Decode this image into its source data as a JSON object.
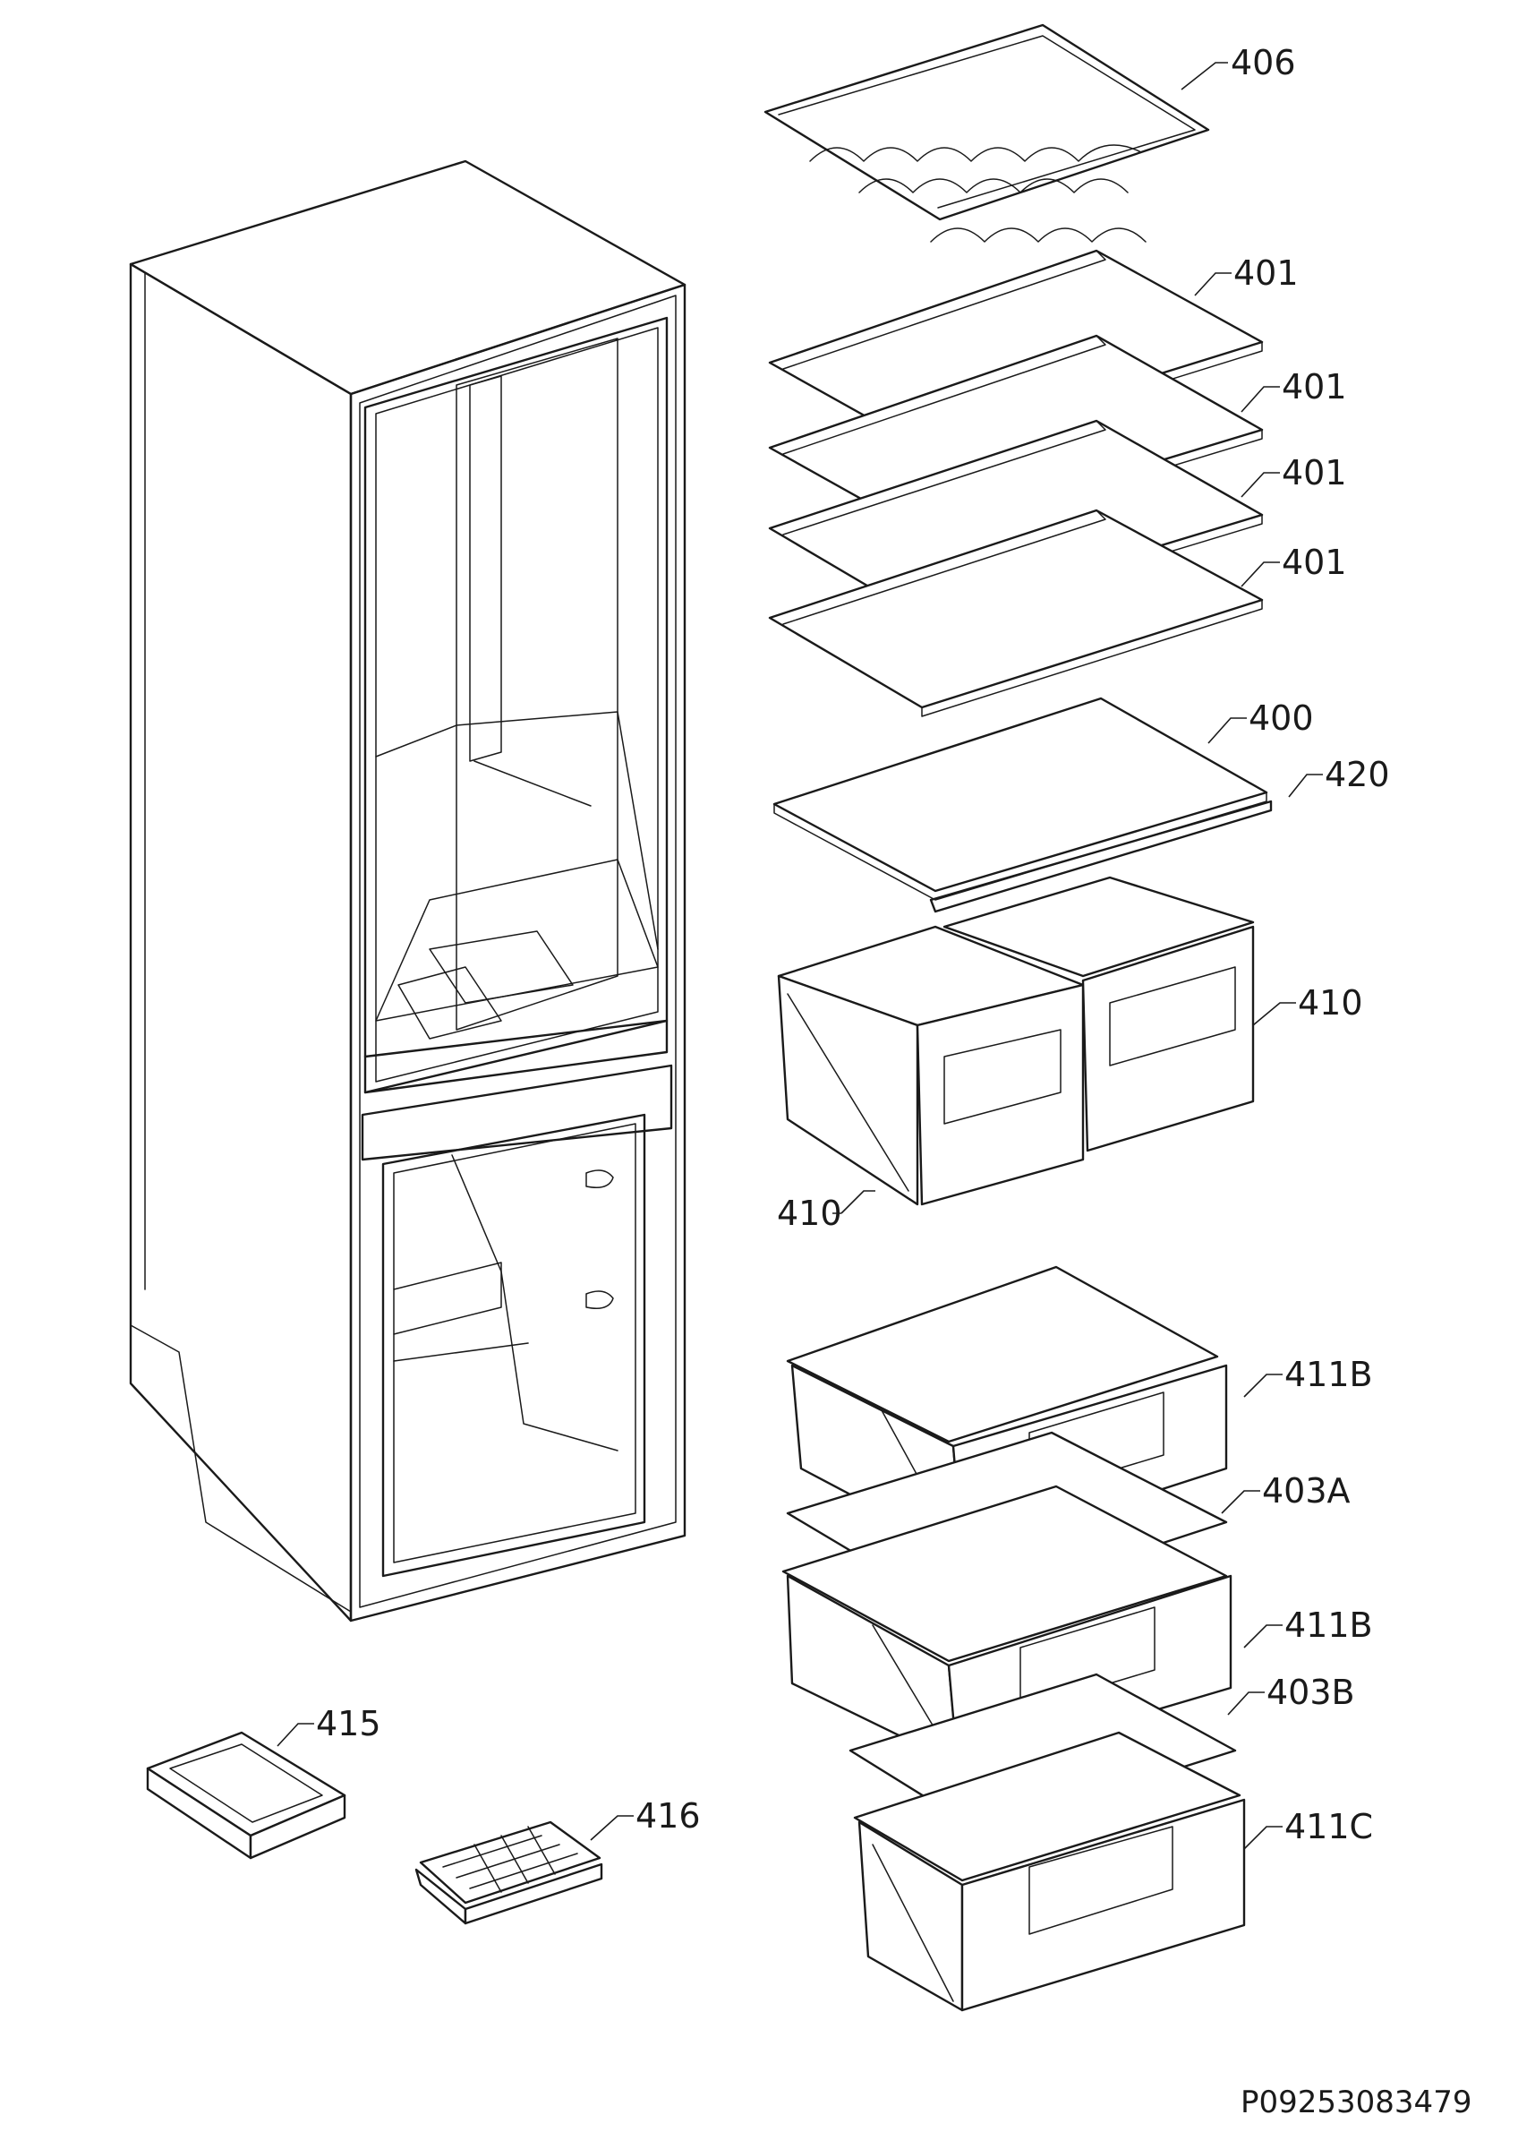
{
  "labels": [
    {
      "id": "l406",
      "text": "406"
    },
    {
      "id": "l401a",
      "text": "401"
    },
    {
      "id": "l401b",
      "text": "401"
    },
    {
      "id": "l401c",
      "text": "401"
    },
    {
      "id": "l401d",
      "text": "401"
    },
    {
      "id": "l400",
      "text": "400"
    },
    {
      "id": "l420",
      "text": "420"
    },
    {
      "id": "l410a",
      "text": "410"
    },
    {
      "id": "l410b",
      "text": "410"
    },
    {
      "id": "l411Ba",
      "text": "411B"
    },
    {
      "id": "l403A",
      "text": "403A"
    },
    {
      "id": "l411Bb",
      "text": "411B"
    },
    {
      "id": "l403B",
      "text": "403B"
    },
    {
      "id": "l411C",
      "text": "411C"
    },
    {
      "id": "l415",
      "text": "415"
    },
    {
      "id": "l416",
      "text": "416"
    }
  ],
  "drawing_code": "P09253083479",
  "colors": {
    "line": "#1a1a1a",
    "background": "#ffffff"
  }
}
